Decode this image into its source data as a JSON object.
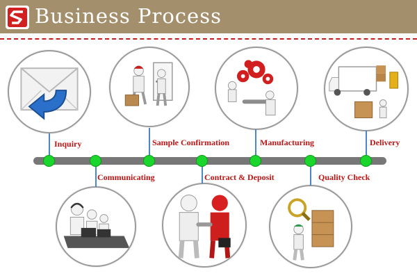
{
  "header": {
    "title": "Business Process"
  },
  "steps": [
    {
      "label": "Inquiry",
      "icon": "envelope-return-icon"
    },
    {
      "label": "Communicating",
      "icon": "call-center-icon"
    },
    {
      "label": "Sample Confirmation",
      "icon": "sample-delivery-icon"
    },
    {
      "label": "Contract & Deposit",
      "icon": "handshake-icon"
    },
    {
      "label": "Manufacturing",
      "icon": "gears-workers-icon"
    },
    {
      "label": "Quality Check",
      "icon": "inspection-icon"
    },
    {
      "label": "Delivery",
      "icon": "truck-forklift-icon"
    }
  ],
  "colors": {
    "header": "#a38f6b",
    "label": "#c01515",
    "dot": "#1bd62c",
    "connector": "#4a86c8",
    "timeline": "#777777",
    "divider": "#c21d1d"
  }
}
